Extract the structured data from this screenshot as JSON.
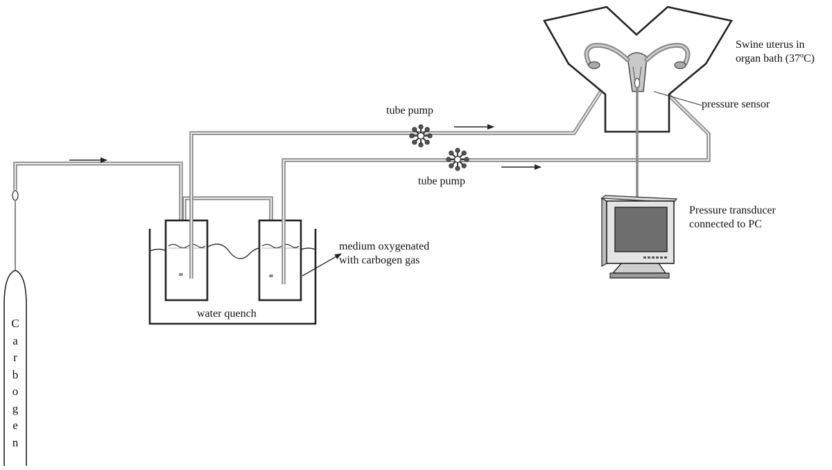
{
  "labels": {
    "gas": "Carbogen",
    "bath": "water quench",
    "medium_line1": "medium oxygenated",
    "medium_line2": "with carbogen gas",
    "pump_upper": "tube pump",
    "pump_lower": "tube pump",
    "sensor": "pressure sensor",
    "uterus_line1": "Swine uterus in",
    "uterus_line2": "organ bath (37ºC)",
    "transducer_line1": "Pressure transducer",
    "transducer_line2": "connected to PC"
  },
  "icons": [
    "gas-cylinder-icon",
    "pump-rotor-icon",
    "uterus-icon",
    "monitor-icon",
    "arrow-icon"
  ],
  "colors": {
    "line": "#222222",
    "tube": "#8a8a8a",
    "tube_inner": "#e6e6e6",
    "organ": "#9a9a9a",
    "screen": "#6e6e6e"
  }
}
